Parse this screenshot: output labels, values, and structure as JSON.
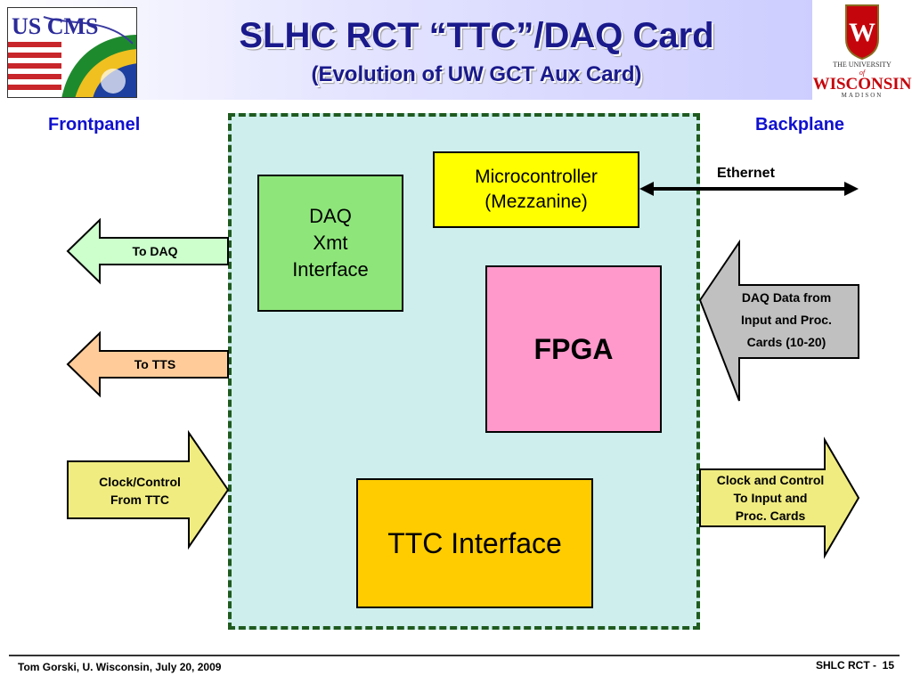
{
  "header": {
    "title": "SLHC RCT “TTC”/DAQ Card",
    "subtitle": "(Evolution of UW GCT Aux Card)",
    "logo_left_text": "US CMS",
    "logo_right": {
      "line1": "THE UNIVERSITY",
      "line2": "of",
      "line3": "WISCONSIN",
      "line4": "MADISON"
    }
  },
  "labels": {
    "frontpanel": "Frontpanel",
    "backplane": "Backplane",
    "ethernet": "Ethernet"
  },
  "blocks": {
    "daq_xmt": "DAQ\nXmt\nInterface",
    "microcontroller": "Microcontroller\n(Mezzanine)",
    "fpga": "FPGA",
    "ttc_interface": "TTC Interface"
  },
  "arrows": {
    "to_daq": "To DAQ",
    "to_tts": "To TTS",
    "clock_control_from_ttc": "Clock/Control\nFrom TTC",
    "daq_data_from": "DAQ Data from\nInput  and Proc.\nCards (10-20)",
    "clock_control_to": "Clock and Control\nTo Input and\nProc. Cards"
  },
  "footer": {
    "left": "Tom Gorski, U. Wisconsin, July 20, 2009",
    "right": "SHLC RCT -  15"
  },
  "colors": {
    "title": "#1a1a8c",
    "side_labels": "#1010d0",
    "card_bg": "#cdeeed",
    "card_border": "#1f5a1f",
    "daq_block": "#8ee67a",
    "micro_block": "#ffff00",
    "fpga_block": "#ff99cc",
    "ttc_block": "#ffcc00",
    "to_daq_arrow": "#ccffcc",
    "to_tts_arrow": "#ffcc99",
    "clock_arrow": "#f0ec80",
    "daq_data_arrow": "#c0c0c0",
    "wisconsin_red": "#c5050c"
  }
}
